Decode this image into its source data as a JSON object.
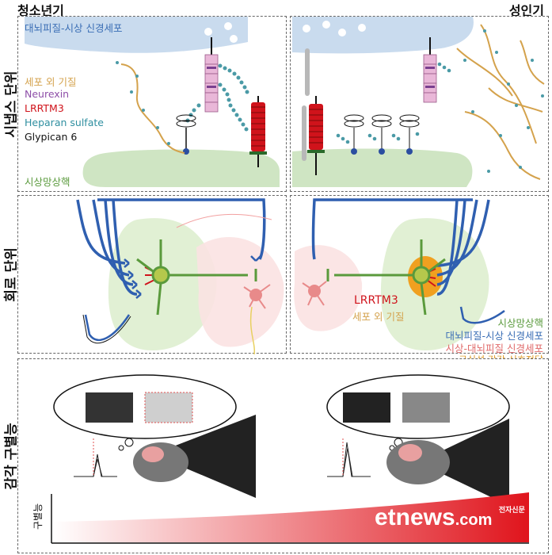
{
  "headers": {
    "adolescent": "청소년기",
    "adult": "성인기"
  },
  "side_labels": {
    "synapse": "시냅스 단위",
    "circuit": "회로 단위",
    "sensory": "감각 구별능"
  },
  "synapse_panel": {
    "thalamocortical_neuron": "대뇌피질-시상 신경세포",
    "extracellular_matrix": "세포 외 기질",
    "neurexin": "Neurexin",
    "lrrtm3": "LRRTM3",
    "heparan_sulfate": "Heparan sulfate",
    "glypican6": "Glypican 6",
    "thalamic_reticular_nucleus": "시상망상핵"
  },
  "circuit_panel": {
    "lrrtm3": "LRRTM3",
    "extracellular_matrix": "세포 외 기질",
    "legend": [
      {
        "text": "시상망상핵",
        "color": "#5a9a3c"
      },
      {
        "text": "대뇌피질-시상 신경세포",
        "color": "#3a6eb5"
      },
      {
        "text": "시상-대뇌피질 신경세포",
        "color": "#e06a6a"
      },
      {
        "text": "구심성 감각 신호전달",
        "color": "#e0a030"
      }
    ]
  },
  "sensory_panel": {
    "y_axis_label": "구별능"
  },
  "watermark": {
    "brand": "etnews",
    "suffix": ".com",
    "small": "전자신문"
  },
  "colors": {
    "thalamocortical": "#2f5fb0",
    "trn_green": "#5a9a3c",
    "lrrtm3_red": "#d0131b",
    "heparan": "#4a9aa6",
    "neurexin_pink": "#e9b7d8",
    "ecm_gold": "#d4a24c",
    "tc_pink": "#e88a8a"
  }
}
